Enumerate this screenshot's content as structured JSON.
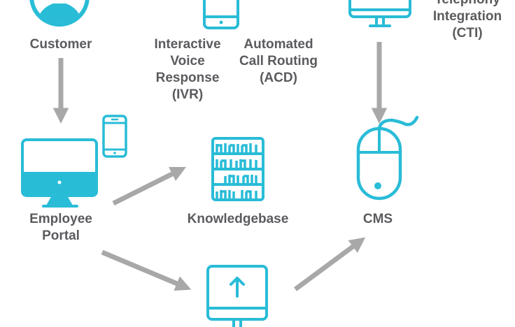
{
  "diagram": {
    "accent_color": "#29bcd7",
    "arrow_color": "#a8a8a8",
    "label_color": "#5b5b5f",
    "nodes": [
      {
        "id": "customer",
        "label": "Customer",
        "icon": "user-circle-icon"
      },
      {
        "id": "ivr",
        "label": "Interactive\nVoice\nResponse\n(IVR)",
        "icon": "smartphone-icon"
      },
      {
        "id": "acd",
        "label": "Automated\nCall Routing\n(ACD)",
        "icon": ""
      },
      {
        "id": "cti",
        "label": "Telephony\nIntegration\n(CTI)",
        "icon": "desktop-monitor-icon"
      },
      {
        "id": "employee_portal",
        "label": "Employee\nPortal",
        "icon": "desktop-and-phone-icon"
      },
      {
        "id": "knowledgebase",
        "label": "Knowledgebase",
        "icon": "bookshelf-icon"
      },
      {
        "id": "cms",
        "label": "CMS",
        "icon": "computer-mouse-icon"
      },
      {
        "id": "upload",
        "label": "",
        "icon": "upload-monitor-icon"
      }
    ],
    "edges": [
      {
        "from": "customer",
        "to": "employee_portal"
      },
      {
        "from": "cti",
        "to": "cms"
      },
      {
        "from": "employee_portal",
        "to": "knowledgebase"
      },
      {
        "from": "employee_portal",
        "to": "upload"
      },
      {
        "from": "upload",
        "to": "cms"
      }
    ]
  }
}
